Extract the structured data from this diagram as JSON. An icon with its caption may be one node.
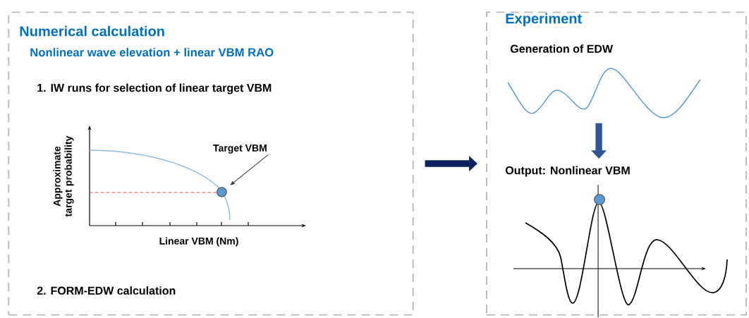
{
  "diagram": {
    "nodes": [
      {
        "text": [
          "Numerical calculation",
          "Nonlinear wave elevation + linear VBM RAO",
          "1. IW runs for selection of linear target VBM",
          "2. FORM-EDW calculation"
        ]
      },
      {
        "text": [
          "Experiment"
        ]
      },
      {
        "text": [
          "Target VBM"
        ],
        "in": 0
      },
      {
        "text": [],
        "shape": "circle",
        "in": 0
      },
      {
        "text": [
          "Generation of EDW"
        ],
        "in": 1
      },
      {
        "text": [
          "Output: Nonlinear VBM"
        ],
        "in": 1
      }
    ],
    "edges": [
      {
        "from": 0,
        "to": 1,
        "arrow": "to",
        "color": "#0b2160"
      },
      {
        "from": 2,
        "to": 3,
        "arrow": "to"
      },
      {
        "from": 4,
        "to": 5,
        "arrow": "to",
        "color": "#2f5597"
      }
    ],
    "labels": [
      "Approximate target probability",
      "Linear VBM (Nm)"
    ]
  }
}
